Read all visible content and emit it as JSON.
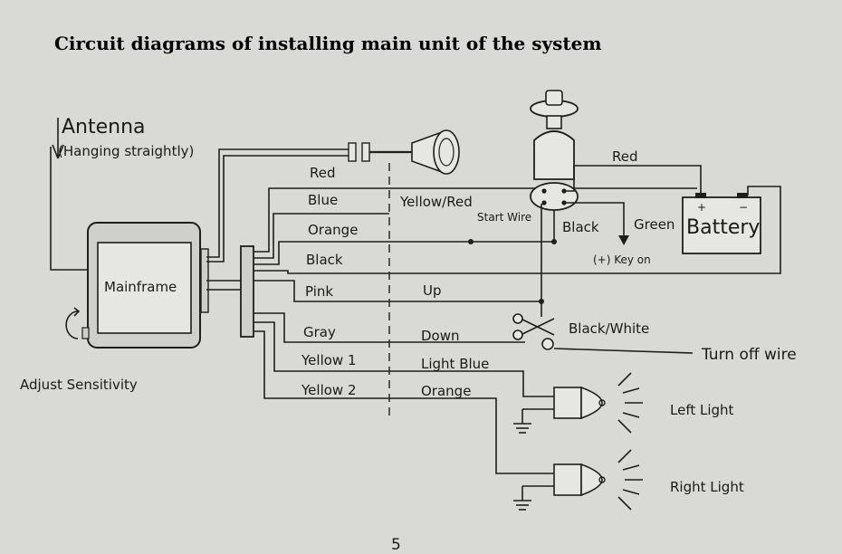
{
  "title": "Circuit diagrams of installing main unit of the system",
  "page_number": "5",
  "antenna": {
    "label": "Antenna",
    "note": "(Hanging straightly)"
  },
  "mainframe": {
    "label": "Mainframe"
  },
  "adjust_sensitivity": "Adjust Sensitivity",
  "wires": {
    "red": "Red",
    "blue": "Blue",
    "orange": "Orange",
    "black": "Black",
    "pink": "Pink",
    "gray": "Gray",
    "yellow1": "Yellow 1",
    "yellow2": "Yellow 2"
  },
  "vehicle_wires": {
    "yellow_red": "Yellow/Red",
    "start_wire": "Start Wire",
    "up": "Up",
    "down": "Down",
    "light_blue": "Light Blue",
    "orange": "Orange"
  },
  "ignition": {
    "red": "Red",
    "black": "Black",
    "green": "Green",
    "key_on": "(+) Key on"
  },
  "battery": {
    "label": "Battery",
    "plus": "+",
    "minus": "−"
  },
  "black_white": "Black/White",
  "turn_off_wire": "Turn off wire",
  "left_light": "Left Light",
  "right_light": "Right Light"
}
